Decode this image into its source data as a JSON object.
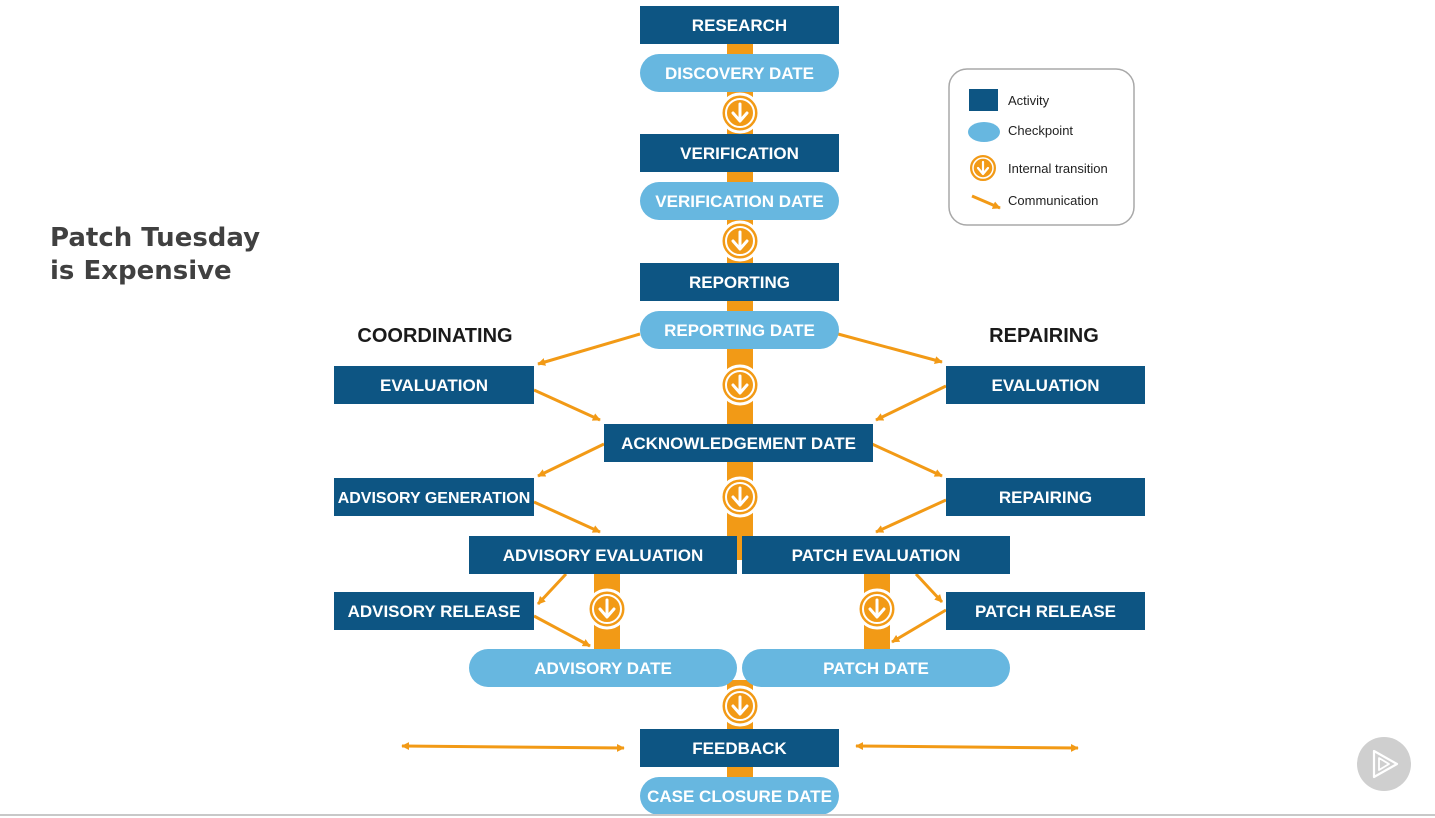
{
  "slide": {
    "title_line1": "Patch Tuesday",
    "title_line2": "is Expensive"
  },
  "diagram": {
    "colors": {
      "activity": "#0d5583",
      "checkpoint": "#67b7e0",
      "transition": "#f29a16",
      "communication": "#f29a16"
    },
    "headers": {
      "left": "COORDINATING",
      "right": "REPAIRING"
    },
    "activities": {
      "research": "RESEARCH",
      "verification": "VERIFICATION",
      "reporting": "REPORTING",
      "coord_evaluation": "EVALUATION",
      "repair_evaluation": "EVALUATION",
      "acknowledgement_date": "ACKNOWLEDGEMENT DATE",
      "advisory_generation": "ADVISORY GENERATION",
      "repairing": "REPAIRING",
      "advisory_evaluation": "ADVISORY EVALUATION",
      "patch_evaluation": "PATCH EVALUATION",
      "advisory_release": "ADVISORY RELEASE",
      "patch_release": "PATCH RELEASE",
      "feedback": "FEEDBACK"
    },
    "checkpoints": {
      "discovery_date": "DISCOVERY DATE",
      "verification_date": "VERIFICATION DATE",
      "reporting_date": "REPORTING DATE",
      "advisory_date": "ADVISORY DATE",
      "patch_date": "PATCH DATE",
      "case_closure_date": "CASE CLOSURE DATE"
    },
    "legend": {
      "activity": "Activity",
      "checkpoint": "Checkpoint",
      "internal_transition": "Internal transition",
      "communication": "Communication"
    }
  },
  "player": {
    "icon": "play-icon"
  }
}
